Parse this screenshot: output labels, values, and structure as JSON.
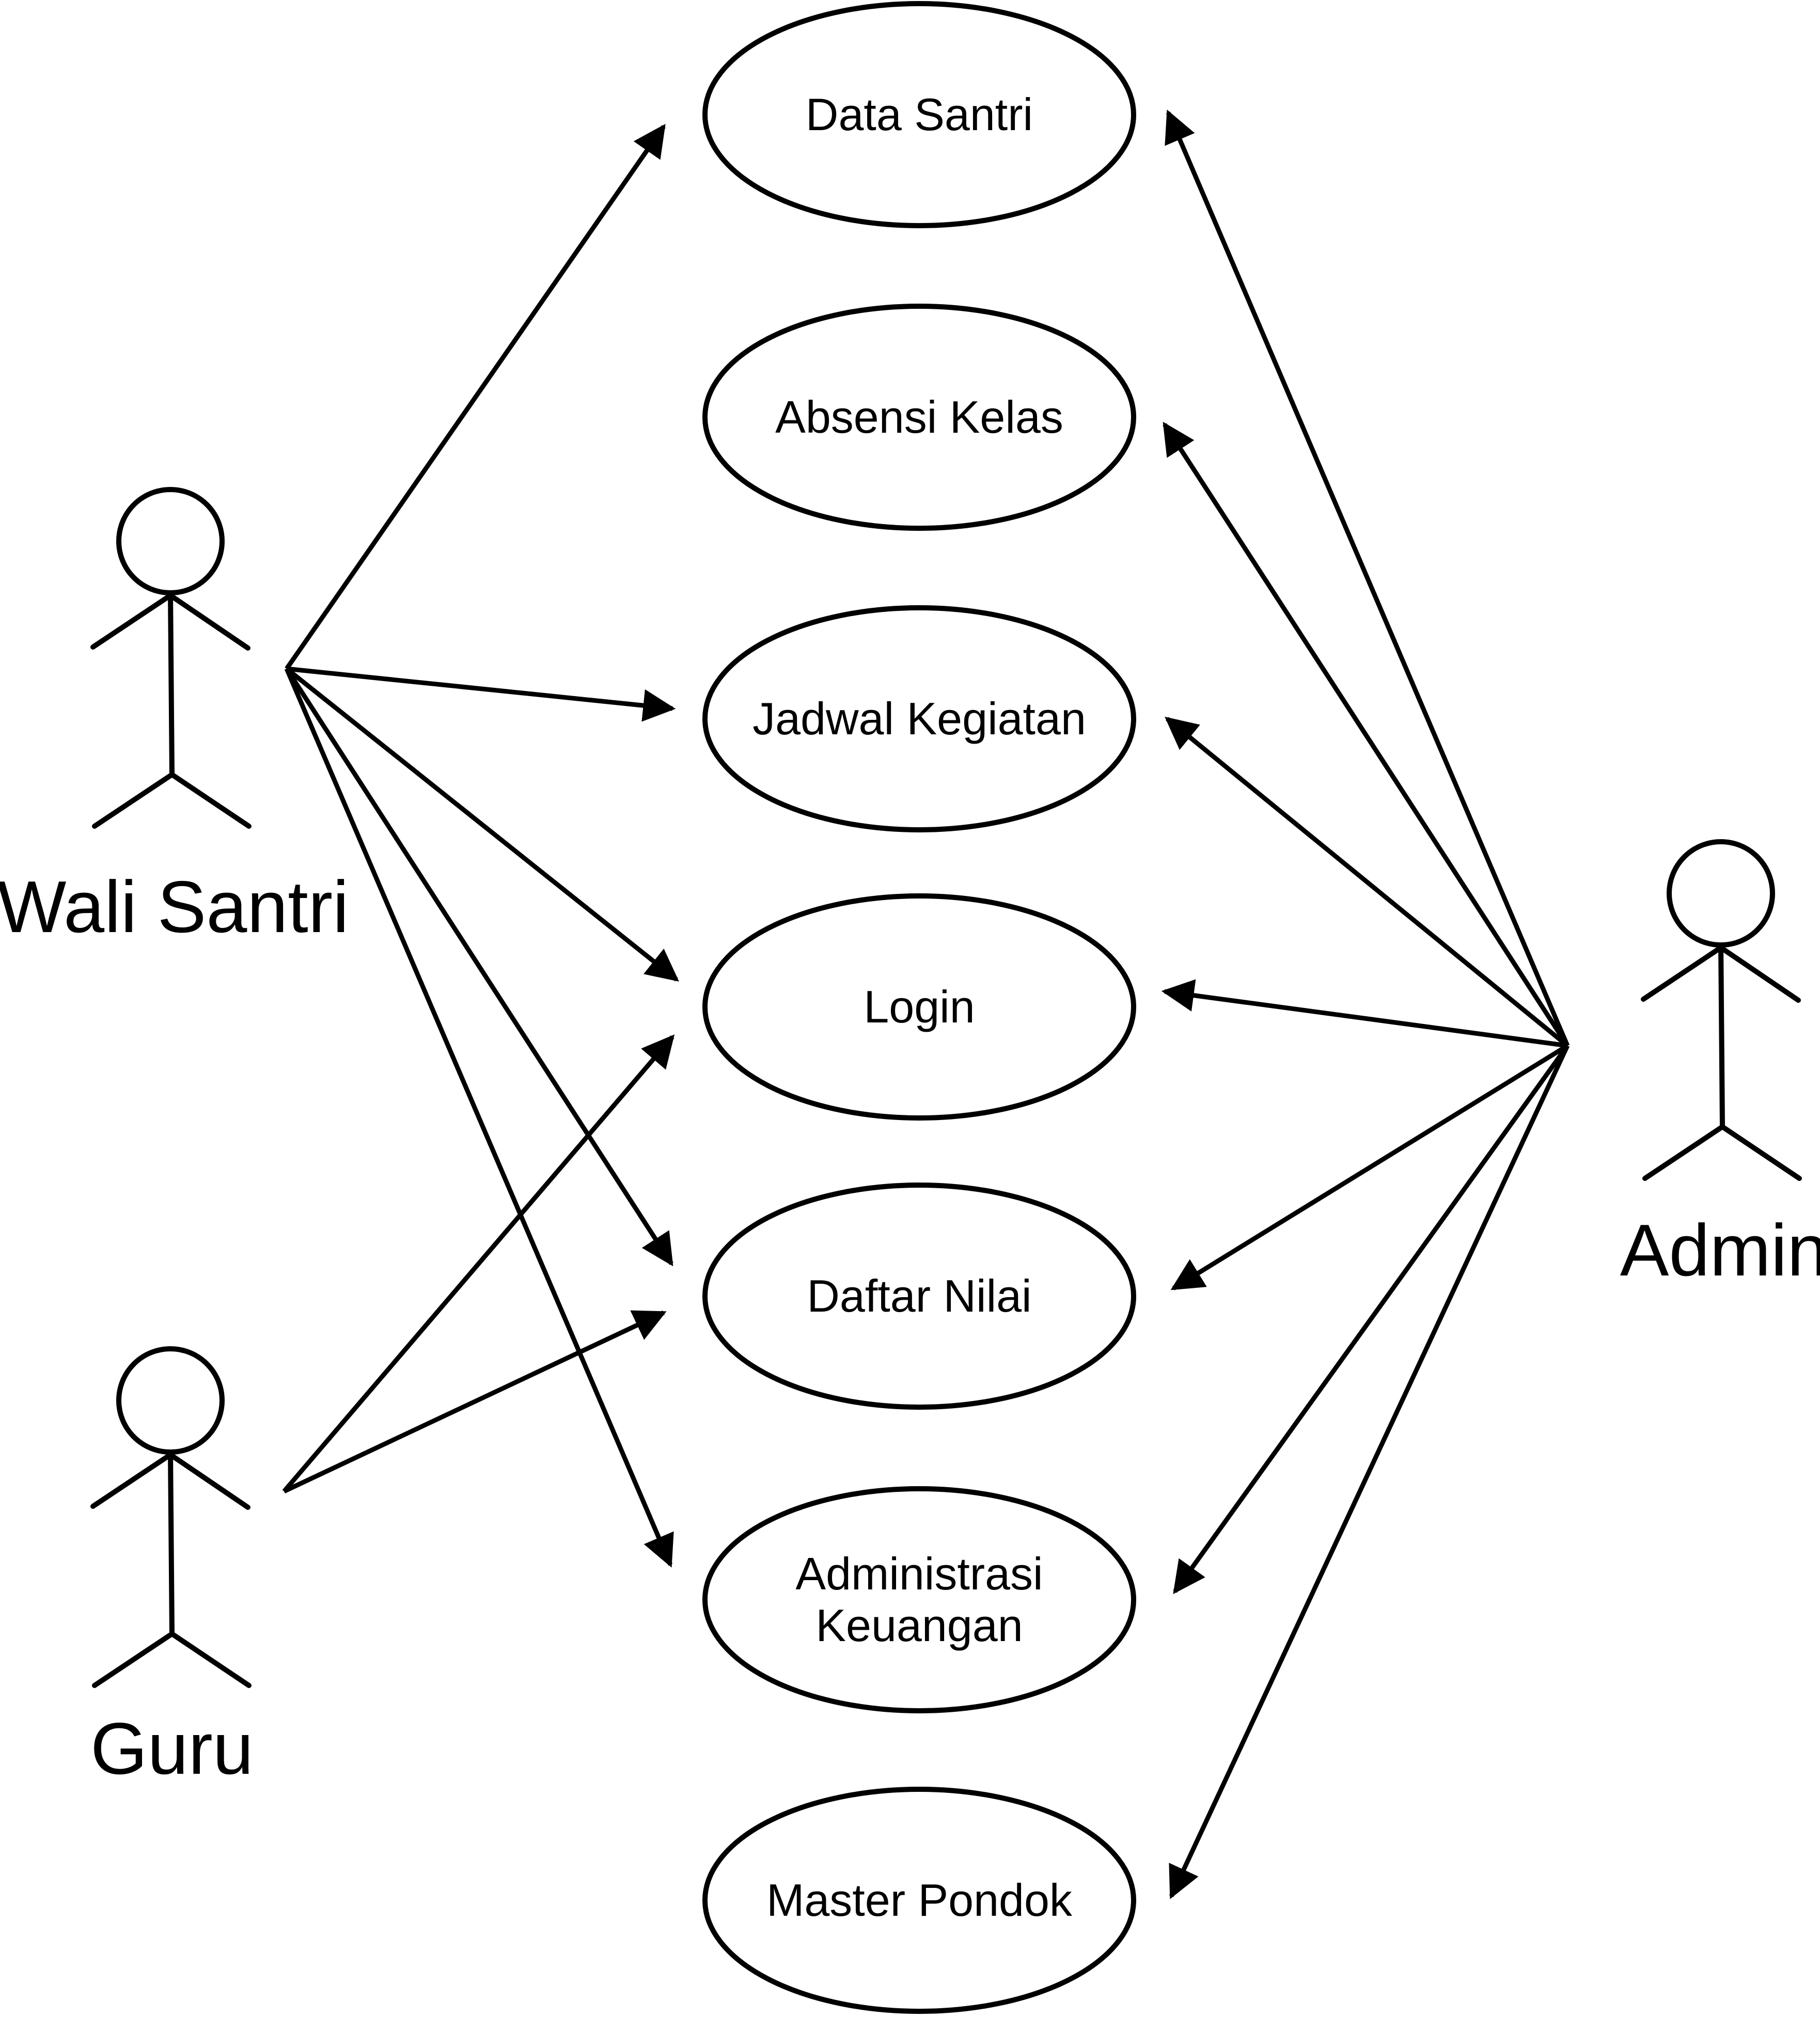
{
  "use_cases": [
    {
      "id": "data-santri",
      "lines": [
        "Data Santri"
      ]
    },
    {
      "id": "absensi-kelas",
      "lines": [
        "Absensi Kelas"
      ]
    },
    {
      "id": "jadwal-kegiatan",
      "lines": [
        "Jadwal Kegiatan"
      ]
    },
    {
      "id": "login",
      "lines": [
        "Login"
      ]
    },
    {
      "id": "daftar-nilai",
      "lines": [
        "Daftar Nilai"
      ]
    },
    {
      "id": "administrasi-keuangan",
      "lines": [
        "Administrasi",
        "Keuangan"
      ]
    },
    {
      "id": "master-pondok",
      "lines": [
        "Master Pondok"
      ]
    }
  ],
  "actors": [
    {
      "id": "wali-santri",
      "label": "Wali Santri"
    },
    {
      "id": "guru",
      "label": "Guru"
    },
    {
      "id": "admin",
      "label": "Admin"
    }
  ],
  "associations": [
    {
      "from": "wali-santri",
      "to": "data-santri"
    },
    {
      "from": "wali-santri",
      "to": "jadwal-kegiatan"
    },
    {
      "from": "wali-santri",
      "to": "login"
    },
    {
      "from": "wali-santri",
      "to": "daftar-nilai"
    },
    {
      "from": "wali-santri",
      "to": "administrasi-keuangan"
    },
    {
      "from": "guru",
      "to": "login"
    },
    {
      "from": "guru",
      "to": "daftar-nilai"
    },
    {
      "from": "admin",
      "to": "data-santri"
    },
    {
      "from": "admin",
      "to": "absensi-kelas"
    },
    {
      "from": "admin",
      "to": "jadwal-kegiatan"
    },
    {
      "from": "admin",
      "to": "login"
    },
    {
      "from": "admin",
      "to": "daftar-nilai"
    },
    {
      "from": "admin",
      "to": "administrasi-keuangan"
    },
    {
      "from": "admin",
      "to": "master-pondok"
    }
  ]
}
